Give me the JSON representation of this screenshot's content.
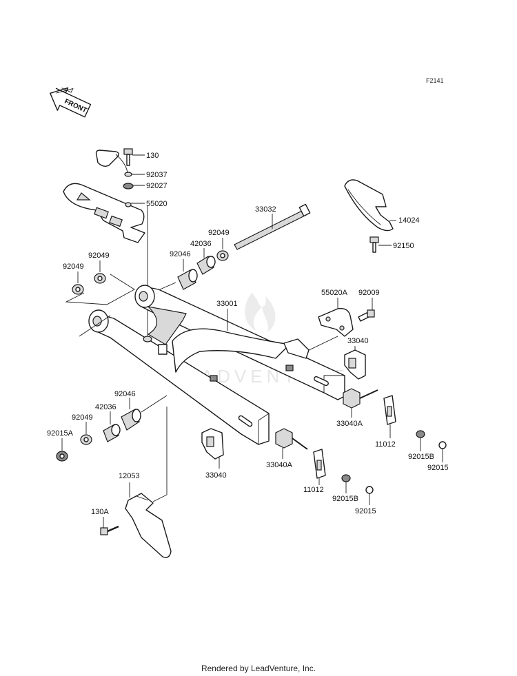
{
  "diagram_code": "F2141",
  "front_label": "FRONT",
  "watermark": "LEADVENTURE",
  "footer": "Rendered by LeadVenture, Inc.",
  "labels": {
    "p130": "130",
    "p92037": "92037",
    "p92027": "92027",
    "p55020": "55020",
    "p33032": "33032",
    "p14024": "14024",
    "p92150": "92150",
    "p92049_a": "92049",
    "p42036_a": "42036",
    "p92046_a": "92046",
    "p92049_b": "92049",
    "p92049_c": "92049",
    "p33001": "33001",
    "p55020A": "55020A",
    "p92009": "92009",
    "p33040_a": "33040",
    "p33040A_a": "33040A",
    "p11012_a": "11012",
    "p92015B_a": "92015B",
    "p92015_a": "92015",
    "p92046_b": "92046",
    "p42036_b": "42036",
    "p92049_d": "92049",
    "p92015A": "92015A",
    "p33040_b": "33040",
    "p33040A_b": "33040A",
    "p11012_b": "11012",
    "p92015B_b": "92015B",
    "p92015_b": "92015",
    "p12053": "12053",
    "p130A": "130A"
  }
}
